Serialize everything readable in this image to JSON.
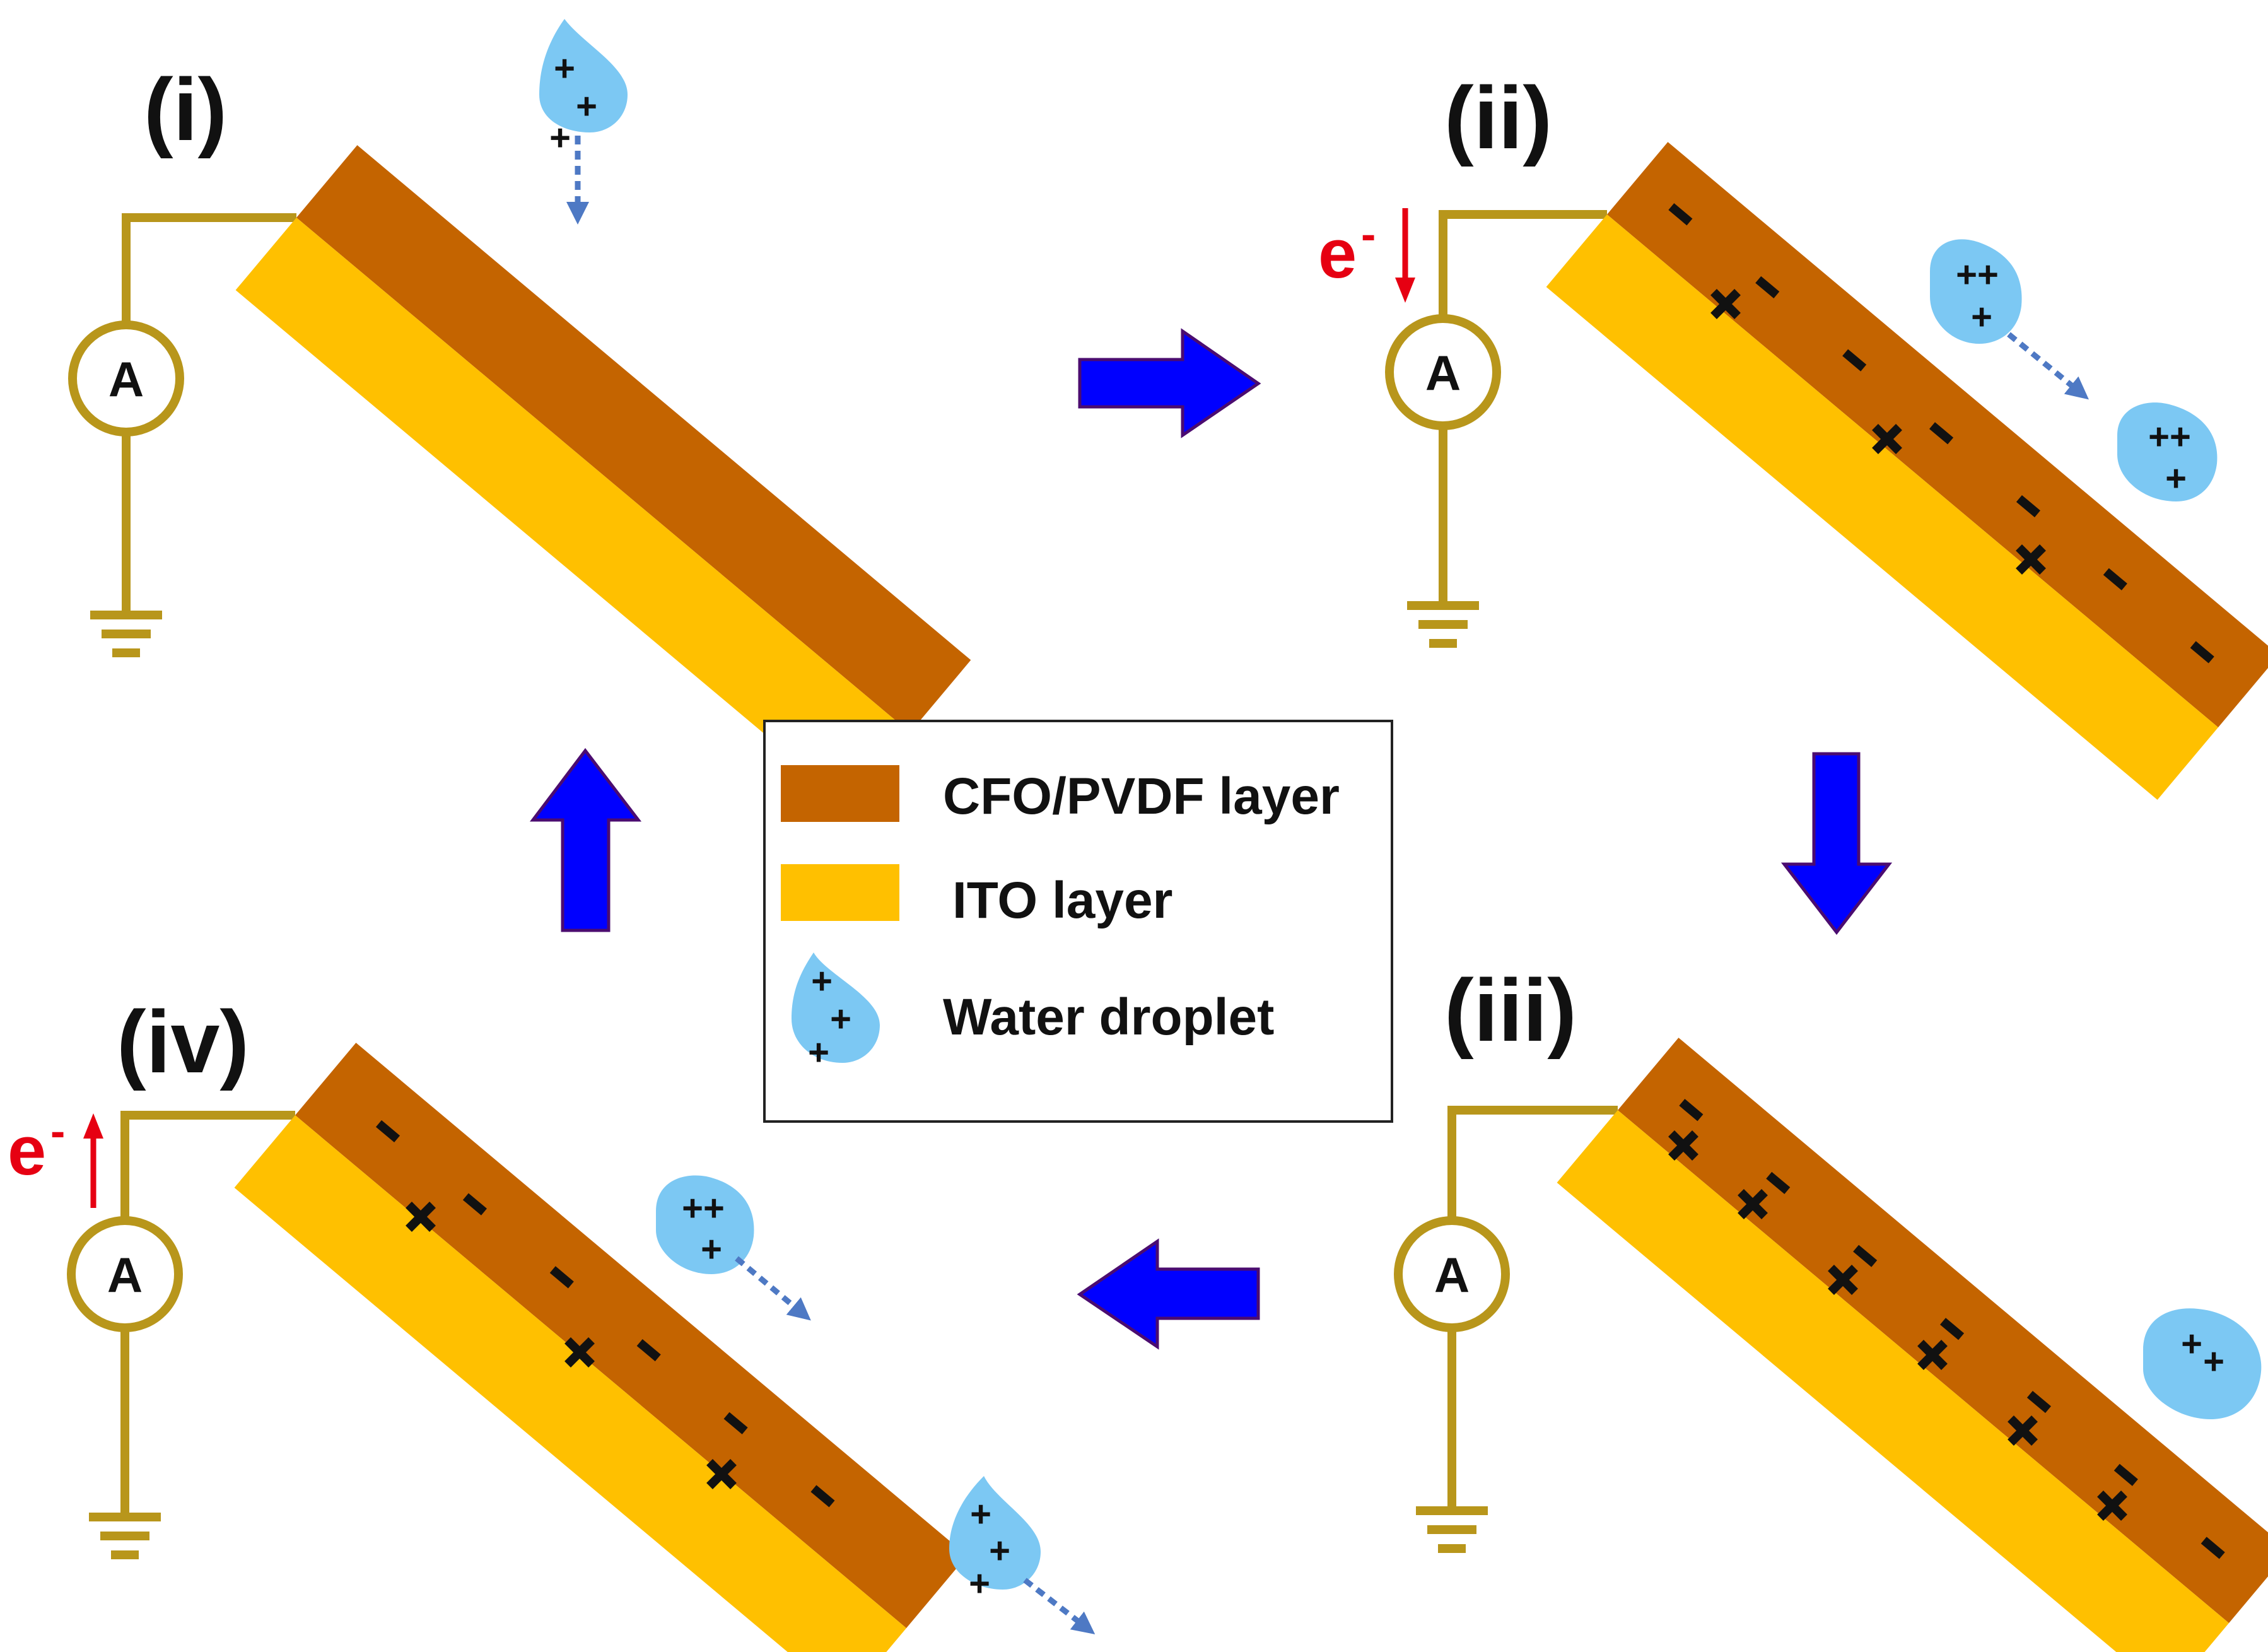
{
  "colors": {
    "cfo": "#c46400",
    "ito": "#ffc000",
    "wire": "#b8961b",
    "droplet": "#7cc8f3",
    "arrow": "#0000ff",
    "arrow_stroke": "#4b0c70",
    "electron": "#e60012",
    "flow_arrow": "#4e79c4"
  },
  "panels": {
    "p1": {
      "label": "(i)"
    },
    "p2": {
      "label": "(ii)"
    },
    "p3": {
      "label": "(iii)"
    },
    "p4": {
      "label": "(iv)"
    }
  },
  "meter": {
    "label": "A"
  },
  "electron": {
    "symbol": "e",
    "sup": "-"
  },
  "legend": {
    "items": [
      {
        "label": "CFO/PVDF layer",
        "swatch": "cfo"
      },
      {
        "label": "ITO layer",
        "swatch": "ito"
      },
      {
        "label": "Water droplet",
        "swatch": "droplet"
      }
    ]
  },
  "cycle_arrows": [
    "right",
    "down",
    "left",
    "up"
  ]
}
